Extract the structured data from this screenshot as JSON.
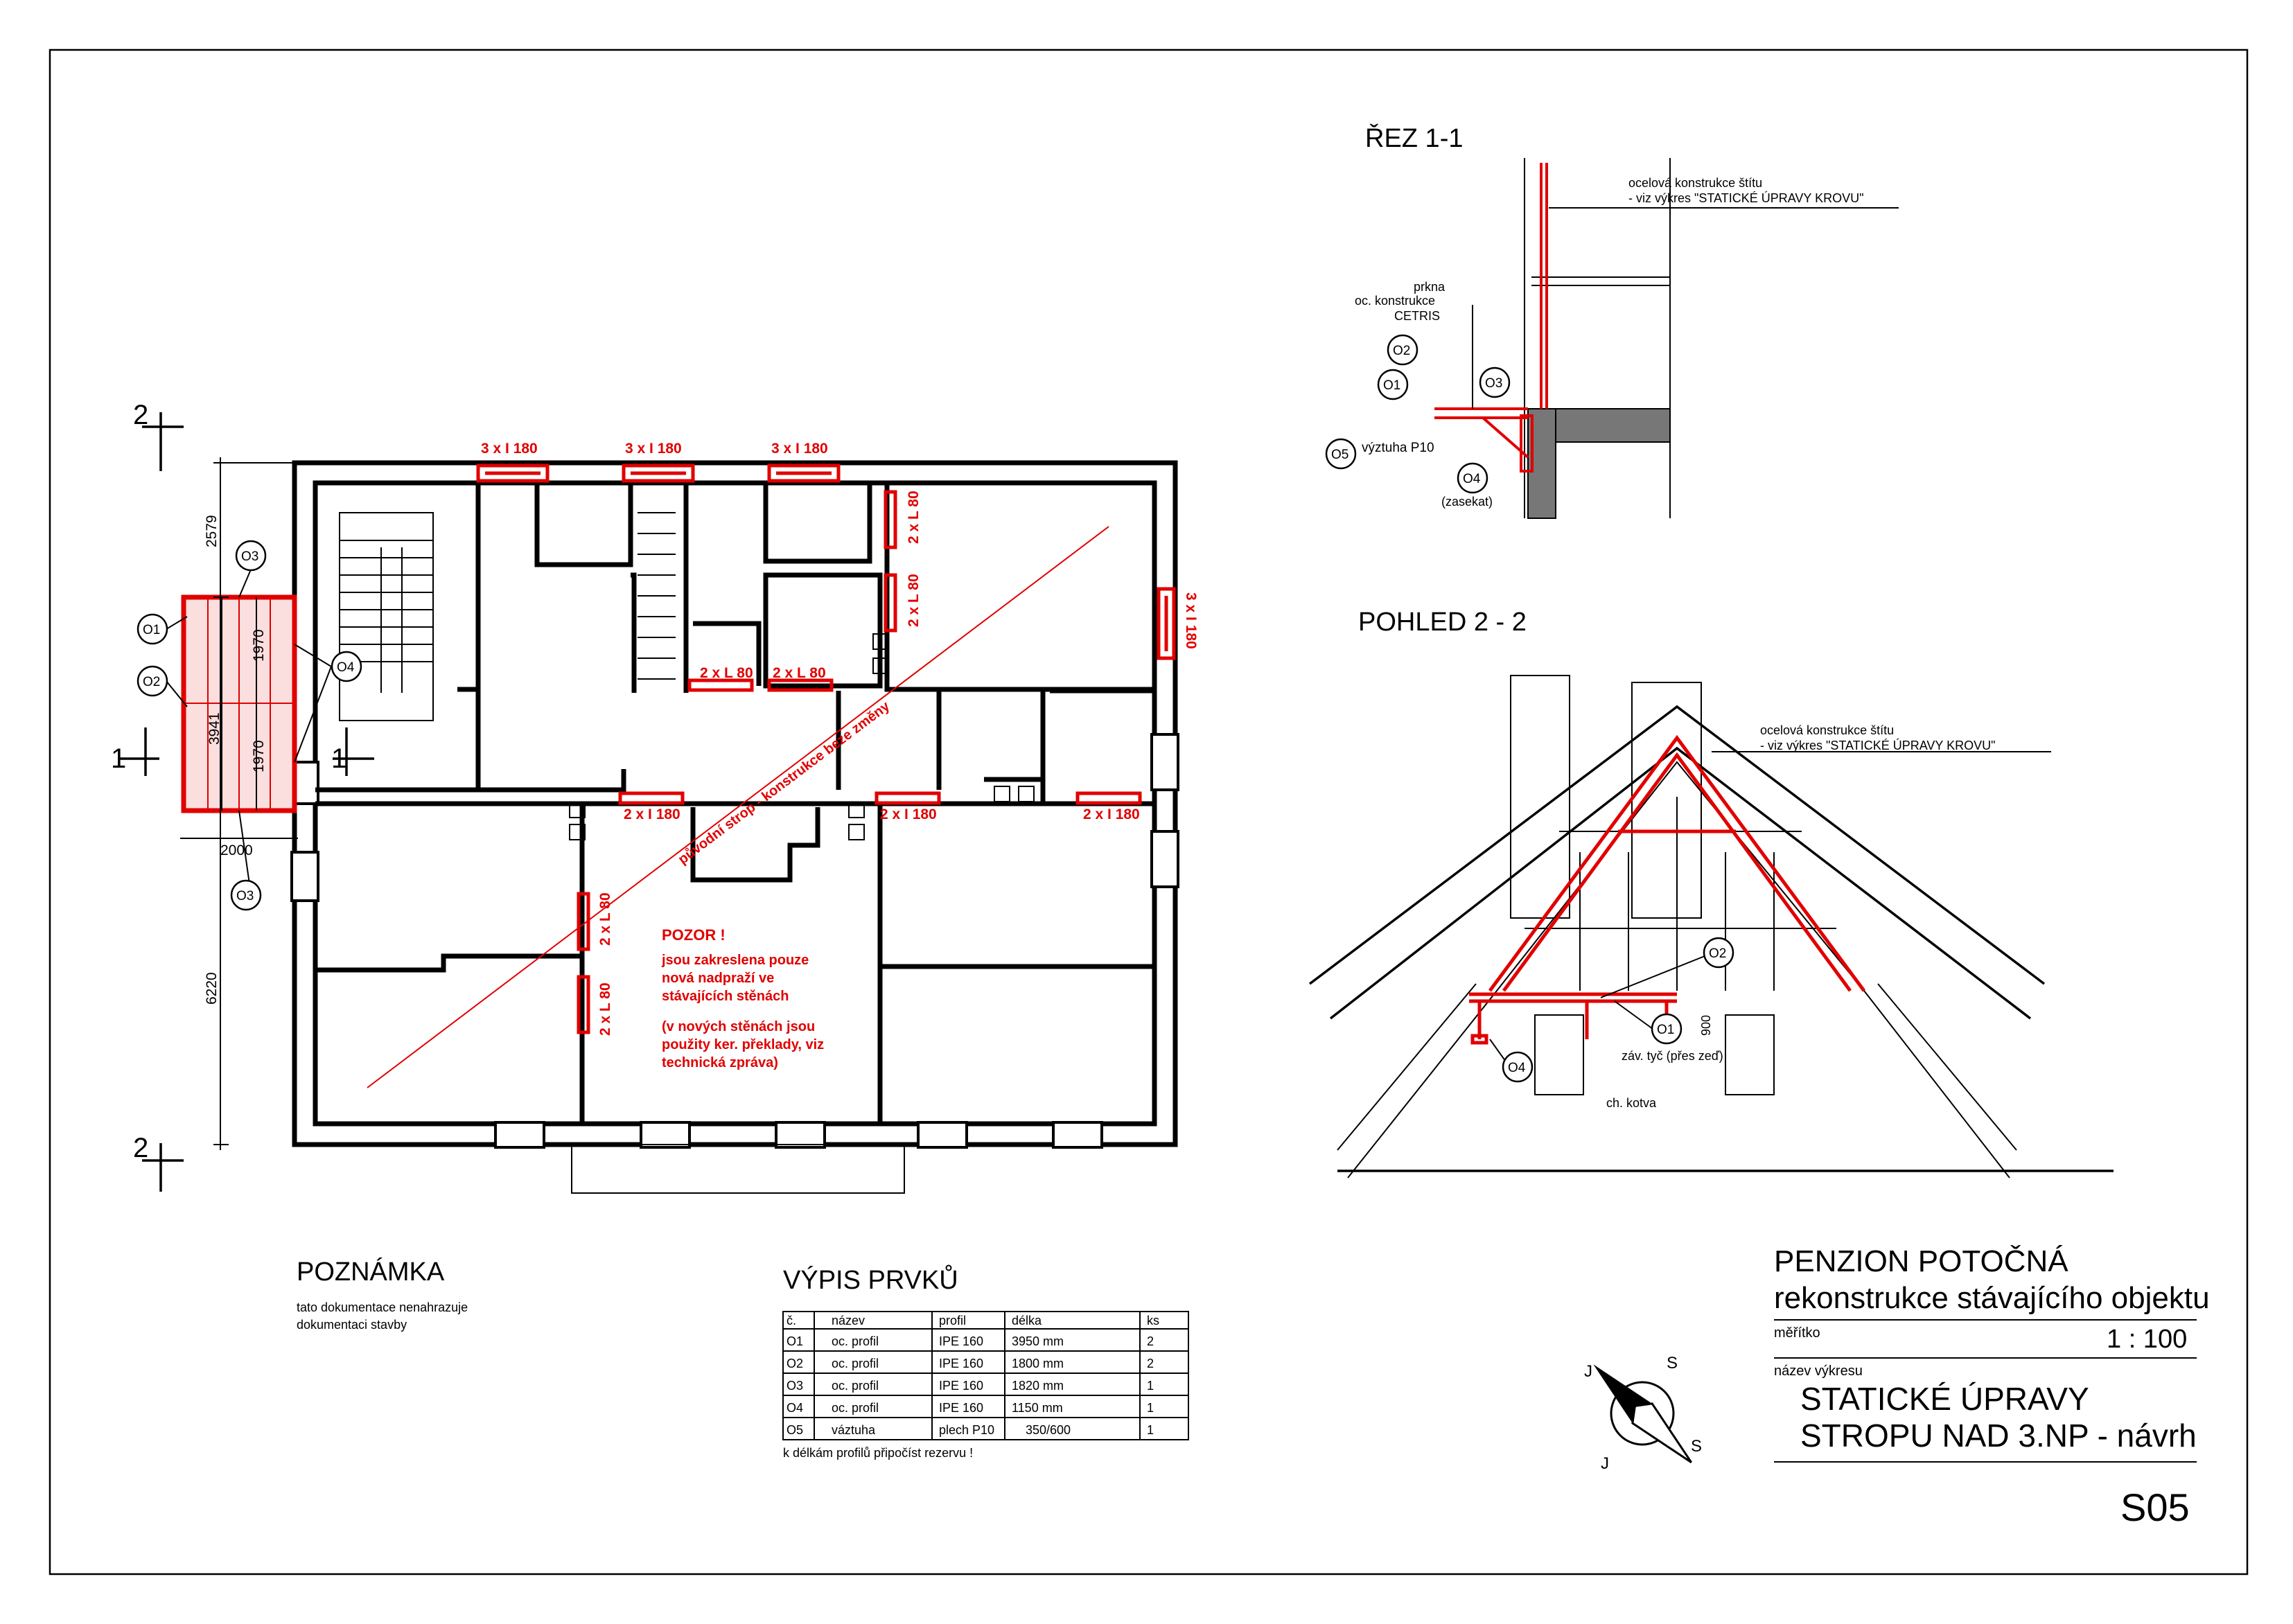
{
  "plan": {
    "section_marks": [
      "2",
      "1",
      "1",
      "2"
    ],
    "dimensions": {
      "dim_2579": "2579",
      "dim_6220": "6220",
      "dim_3941": "3941",
      "dim_1970_a": "1970",
      "dim_1970_b": "1970",
      "dim_2000": "2000"
    },
    "element_tags": {
      "o1": "O1",
      "o2": "O2",
      "o3_top": "O3",
      "o3_bottom": "O3",
      "o4": "O4"
    },
    "lintels": {
      "top_1": "3 x I 180",
      "top_2": "3 x I 180",
      "top_3": "3 x I 180",
      "right": "3 x I 180",
      "l80_a": "2 x L 80",
      "l80_b": "2 x L 80",
      "l80_c": "2 x L 80",
      "l80_d": "2 x L 80",
      "l80_e": "2 x L 80",
      "l80_f": "2 x L 80",
      "i180_a": "2 x I 180",
      "i180_b": "2 x I 180",
      "i180_c": "2 x I 180"
    },
    "diagonal_note": "původní strop - konstrukce beze změny",
    "warning": {
      "title": "POZOR !",
      "lines": [
        "jsou zakreslena pouze",
        "nová nadpraží ve",
        "stávajících stěnách"
      ],
      "lines2": [
        "(v nových stěnách jsou",
        "použity ker. překlady, viz",
        "technická zpráva)"
      ]
    }
  },
  "section_1_1": {
    "title": "ŘEZ 1-1",
    "note_line1": "ocelová  konstrukce štítu",
    "note_line2": "- viz výkres \"STATICKÉ ÚPRAVY KROVU\"",
    "layers": [
      "prkna",
      "oc. konstrukce",
      "CETRIS"
    ],
    "tags": {
      "o1": "O1",
      "o2": "O2",
      "o3": "O3",
      "o4": "O4",
      "o5": "O5"
    },
    "vyztuha": "výztuha P10",
    "zasekat": "(zasekat)"
  },
  "view_2_2": {
    "title": "POHLED 2 - 2",
    "note_line1": "ocelová  konstrukce štítu",
    "note_line2": "- viz výkres \"STATICKÉ ÚPRAVY KROVU\"",
    "tags": {
      "o1": "O1",
      "o2": "O2",
      "o4": "O4"
    },
    "dim_900": "900",
    "zav_tyc": "záv. tyč (přes zeď)",
    "ch_kotva": "ch. kotva"
  },
  "note": {
    "title": "POZNÁMKA",
    "line1": "tato dokumentace nenahrazuje",
    "line2": "dokumentaci stavby"
  },
  "parts_list": {
    "title": "VÝPIS PRVKŮ",
    "headers": [
      "č.",
      "název",
      "profil",
      "délka",
      "ks"
    ],
    "rows": [
      [
        "O1",
        "oc. profil",
        "IPE 160",
        "3950 mm",
        "2"
      ],
      [
        "O2",
        "oc. profil",
        "IPE 160",
        "1800 mm",
        "2"
      ],
      [
        "O3",
        "oc. profil",
        "IPE 160",
        "1820 mm",
        "1"
      ],
      [
        "O4",
        "oc. profil",
        "IPE 160",
        "1150 mm",
        "1"
      ],
      [
        "O5",
        "váztuha",
        "plech P10",
        "350/600",
        "1"
      ]
    ],
    "footnote": "k délkám profilů připočíst rezervu !"
  },
  "north": {
    "s_top": "S",
    "j_top": "J",
    "s_bottom": "S",
    "j_bottom": "J"
  },
  "title_block": {
    "project": "PENZION POTOČNÁ",
    "subtitle": "rekonstrukce stávajícího objektu",
    "scale_label": "měřítko",
    "scale": "1 : 100",
    "drawing_label": "název výkresu",
    "drawing_line1": "STATICKÉ ÚPRAVY",
    "drawing_line2": "STROPU NAD 3.NP - návrh",
    "sheet": "S05"
  }
}
